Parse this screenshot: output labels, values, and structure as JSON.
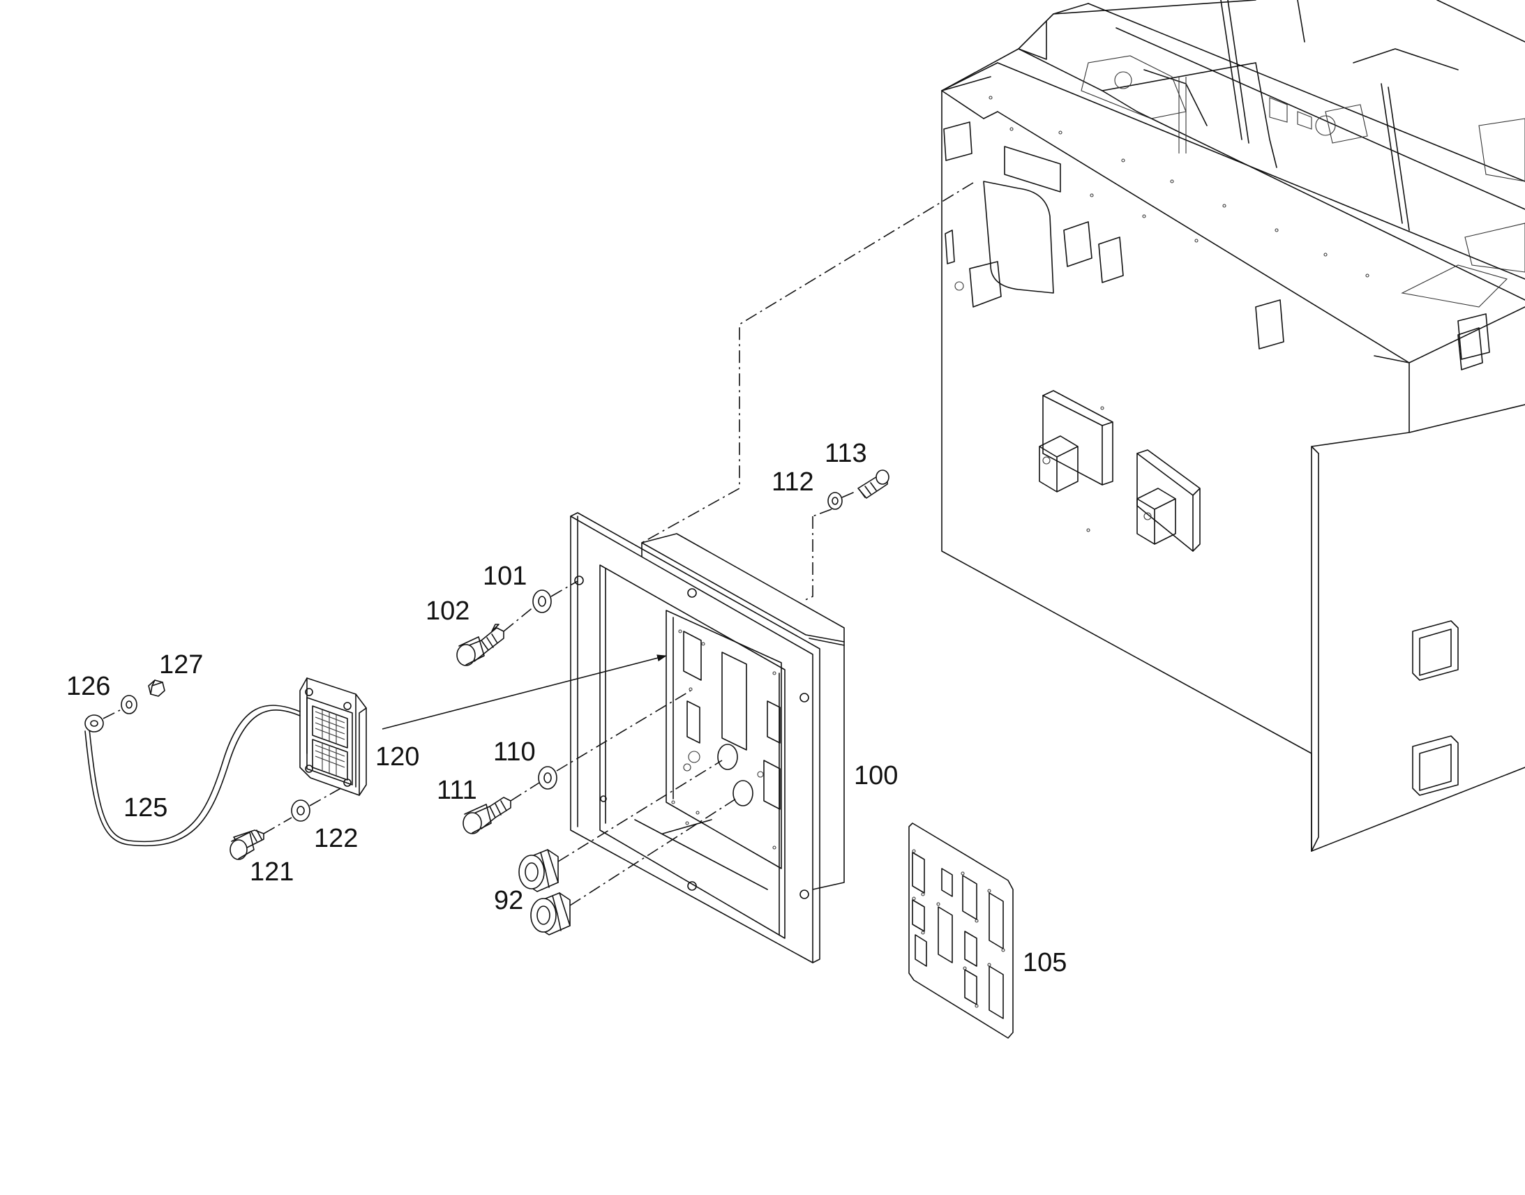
{
  "callouts": {
    "c100": "100",
    "c101": "101",
    "c102": "102",
    "c105": "105",
    "c110": "110",
    "c111": "111",
    "c112": "112",
    "c113": "113",
    "c120": "120",
    "c121": "121",
    "c122": "122",
    "c125": "125",
    "c126": "126",
    "c127": "127",
    "c92": "92"
  }
}
